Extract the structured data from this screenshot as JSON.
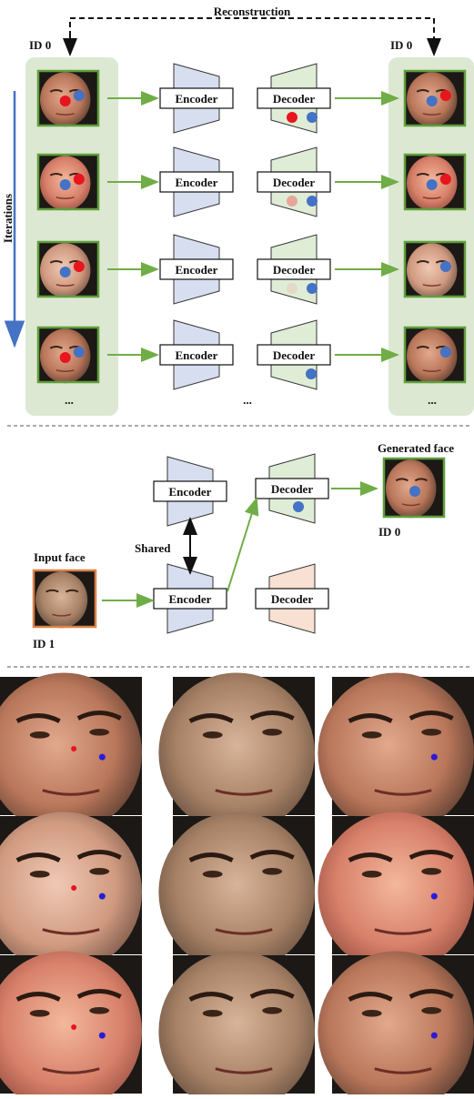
{
  "colors": {
    "panel_green": "#dde8d3",
    "encoder_fill": "#d7def0",
    "decoder_green_fill": "#dfecd6",
    "decoder_peach_fill": "#f8e1d2",
    "arrow_green": "#70ad47",
    "thumb_border_green": "#5f9e3c",
    "thumb_border_orange": "#d9824a",
    "dot_blue": "#4472c4",
    "dot_red": "#e8141e",
    "iteration_arrow": "#4472c4",
    "skin_tone": "#c0876a",
    "dark_bg": "#1c1815"
  },
  "icons": {
    "dot_blue": "blue-landmark-dot-icon",
    "dot_red": "red-landmark-dot-icon",
    "arrow": "arrow-icon"
  },
  "top": {
    "reconstruction_label": "Reconstruction",
    "id_left": "ID 0",
    "id_right": "ID 0",
    "iterations_label": "Iterations",
    "encoder_label": "Encoder",
    "decoder_label": "Decoder",
    "ellipsis": "...",
    "rows": [
      {
        "input_dots": [
          "blue",
          "red"
        ],
        "decoder_dots": [
          "red",
          "blue"
        ],
        "output_dots": [
          "red",
          "blue"
        ]
      },
      {
        "input_dots": [
          "red",
          "blue"
        ],
        "decoder_dots": [
          "pink",
          "blue"
        ],
        "output_dots": [
          "red",
          "blue"
        ]
      },
      {
        "input_dots": [
          "red",
          "blue"
        ],
        "decoder_dots": [
          "beige",
          "blue"
        ],
        "output_dots": [
          "blue"
        ]
      },
      {
        "input_dots": [
          "blue",
          "red"
        ],
        "decoder_dots": [
          "blue"
        ],
        "output_dots": [
          "blue"
        ]
      }
    ]
  },
  "middle": {
    "generated_face_label": "Generated face",
    "generated_id": "ID 0",
    "input_face_label": "Input face",
    "input_id": "ID 1",
    "shared_label": "Shared",
    "encoder_label": "Encoder",
    "decoder_label": "Decoder"
  },
  "bottom": {
    "columns": 3,
    "rows": 3
  }
}
